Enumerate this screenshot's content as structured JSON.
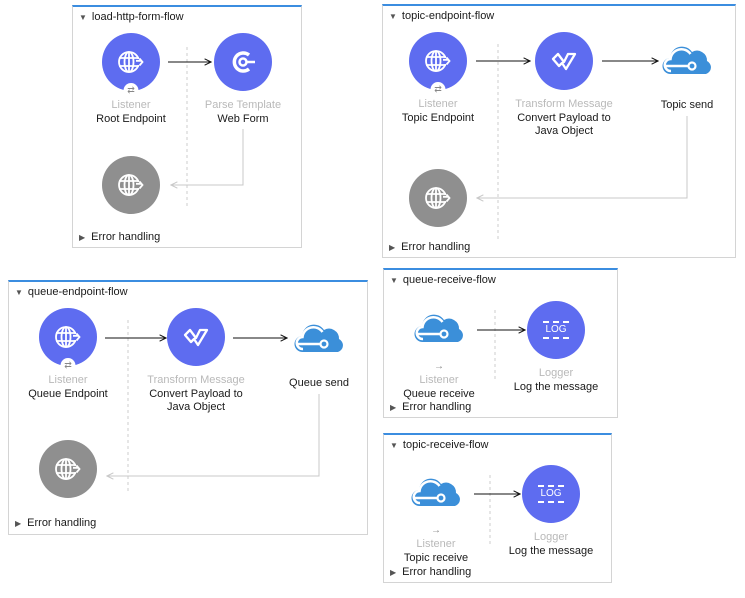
{
  "colors": {
    "accent": "#5e6cf0",
    "error_node": "#8f8f8f",
    "cloud": "#3b8fd9",
    "flow_border": "#3b8de0"
  },
  "error_handling_label": "Error handling",
  "flows": [
    {
      "title": "load-http-form-flow",
      "nodes": [
        {
          "type": "Listener",
          "name": "Root Endpoint",
          "icon": "globe-icon"
        },
        {
          "type": "Parse Template",
          "name": "Web Form",
          "icon": "parse-template-icon"
        }
      ]
    },
    {
      "title": "topic-endpoint-flow",
      "nodes": [
        {
          "type": "Listener",
          "name": "Topic Endpoint",
          "icon": "globe-icon"
        },
        {
          "type": "Transform Message",
          "name": "Convert Payload to Java Object",
          "icon": "transform-icon"
        },
        {
          "name": "Topic send",
          "icon": "cloud-icon"
        }
      ]
    },
    {
      "title": "queue-endpoint-flow",
      "nodes": [
        {
          "type": "Listener",
          "name": "Queue Endpoint",
          "icon": "globe-icon"
        },
        {
          "type": "Transform Message",
          "name": "Convert Payload to Java Object",
          "icon": "transform-icon"
        },
        {
          "name": "Queue send",
          "icon": "cloud-icon"
        }
      ]
    },
    {
      "title": "queue-receive-flow",
      "nodes": [
        {
          "type": "Listener",
          "name": "Queue receive",
          "icon": "cloud-icon"
        },
        {
          "type": "Logger",
          "name": "Log the message",
          "icon": "log-icon",
          "icon_text": "LOG"
        }
      ]
    },
    {
      "title": "topic-receive-flow",
      "nodes": [
        {
          "type": "Listener",
          "name": "Topic receive",
          "icon": "cloud-icon"
        },
        {
          "type": "Logger",
          "name": "Log the message",
          "icon": "log-icon",
          "icon_text": "LOG"
        }
      ]
    }
  ]
}
